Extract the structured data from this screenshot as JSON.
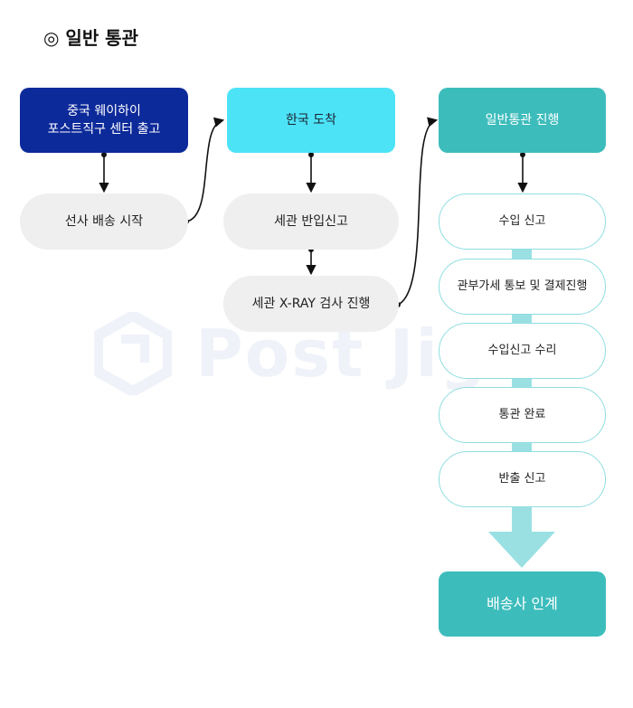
{
  "title": "◎ 일반 통관",
  "watermark": "Post Jigs",
  "column1": {
    "box": "중국 웨이하이\n포스트직구 센터 출고",
    "step": "선사 배송 시작"
  },
  "column2": {
    "box": "한국 도착",
    "steps": [
      "세관 반입신고",
      "세관 X-RAY 검사 진행"
    ]
  },
  "column3": {
    "box": "일반통관 진행",
    "steps": [
      "수입 신고",
      "관부가세 통보 및 결제진행",
      "수입신고 수리",
      "통관 완료",
      "반출 신고"
    ],
    "final": "배송사 인계"
  },
  "colors": {
    "navy": "#0d2a9a",
    "cyan": "#4de3f7",
    "teal": "#3dbcbc",
    "pill_gray": "#efefef",
    "connector": "#9ae0e3"
  }
}
